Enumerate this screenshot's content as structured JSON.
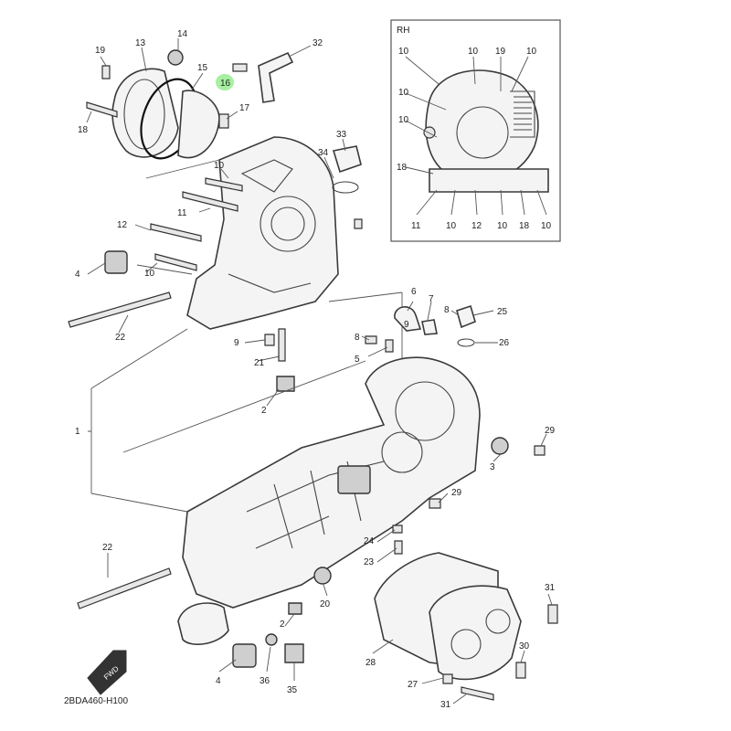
{
  "inset_label": "RH",
  "drawing_code": "2BDA460-H100",
  "front_badge": "FWD",
  "highlight_color": "#a6f0a0",
  "callouts": {
    "c1": "1",
    "c2a": "2",
    "c2b": "2",
    "c3": "3",
    "c4a": "4",
    "c4b": "4",
    "c5": "5",
    "c6": "6",
    "c7": "7",
    "c8a": "8",
    "c8b": "8",
    "c9a": "9",
    "c9b": "9",
    "c10a": "10",
    "c10b": "10",
    "c11": "11",
    "c12": "12",
    "c13": "13",
    "c14": "14",
    "c15": "15",
    "c16": "16",
    "c17": "17",
    "c18": "18",
    "c19": "19",
    "c20": "20",
    "c21": "21",
    "c22a": "22",
    "c22b": "22",
    "c23": "23",
    "c24": "24",
    "c25": "25",
    "c26": "26",
    "c27": "27",
    "c28": "28",
    "c29a": "29",
    "c29b": "29",
    "c30": "30",
    "c31a": "31",
    "c31b": "31",
    "c32": "32",
    "c33": "33",
    "c34": "34",
    "c35": "35",
    "c36": "36"
  },
  "inset_callouts": {
    "t1": "10",
    "t2": "10",
    "t3": "19",
    "t4": "10",
    "l1": "10",
    "l2": "10",
    "l3": "18",
    "b1": "11",
    "b2": "10",
    "b3": "12",
    "b4": "10",
    "b5": "18",
    "b6": "10"
  }
}
